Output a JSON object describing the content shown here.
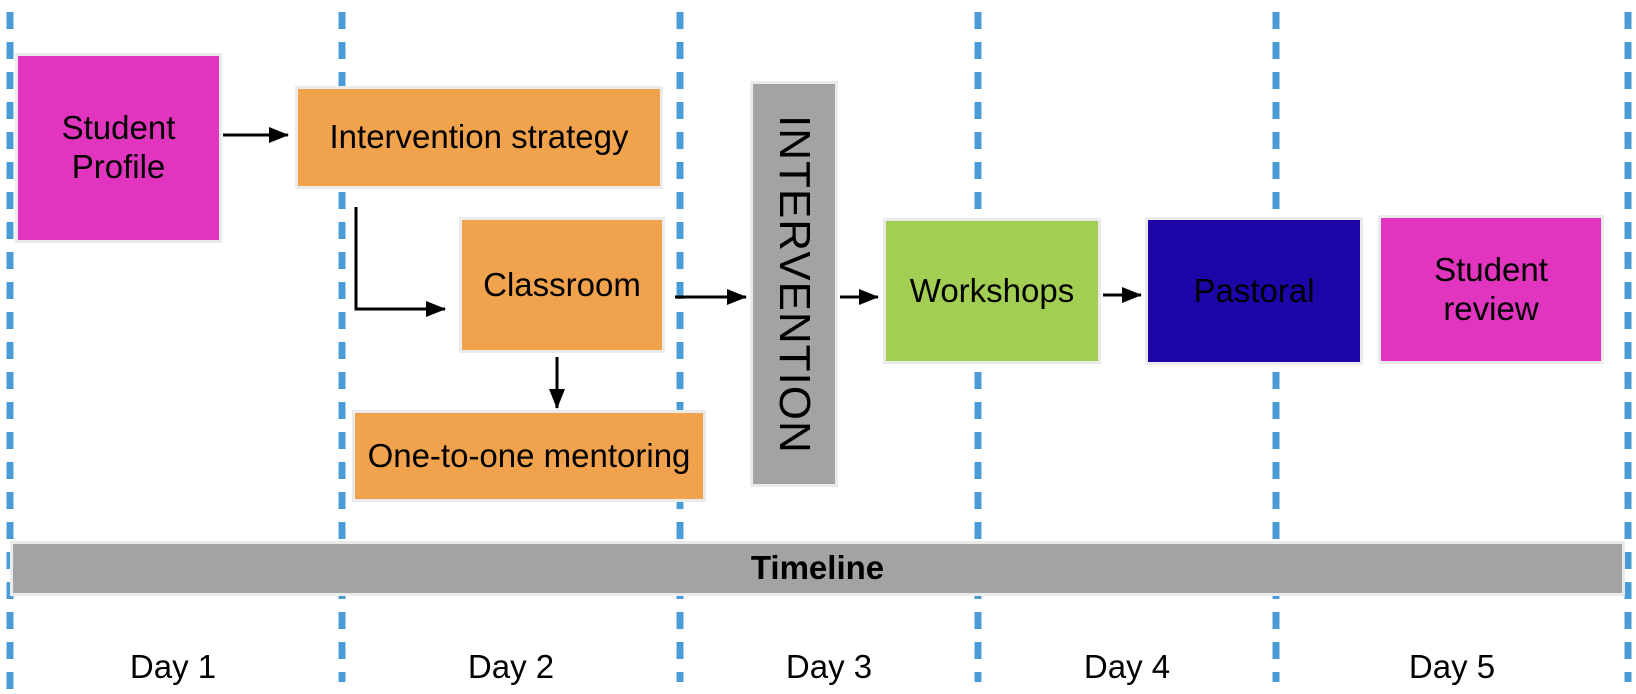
{
  "palette": {
    "magenta": "#E135BF",
    "orange": "#F0A24D",
    "green": "#A2CF53",
    "navy": "#1C06A8",
    "gray": "#A3A3A3",
    "dash_blue": "#4A9CD6",
    "box_border": "#EBEBEB",
    "arrow": "#000000",
    "text": "#000000"
  },
  "diagram": {
    "nodes": {
      "student_profile": {
        "label": "Student Profile"
      },
      "intervention_strategy": {
        "label": "Intervention strategy"
      },
      "classroom": {
        "label": "Classroom"
      },
      "one_to_one_mentoring": {
        "label": "One-to-one mentoring"
      },
      "intervention": {
        "label": "INTERVENTION"
      },
      "workshops": {
        "label": "Workshops"
      },
      "pastoral": {
        "label": "Pastoral"
      },
      "student_review": {
        "label": "Student review"
      }
    },
    "timeline": {
      "label": "Timeline"
    },
    "days": [
      {
        "label": "Day 1"
      },
      {
        "label": "Day 2"
      },
      {
        "label": "Day 3"
      },
      {
        "label": "Day 4"
      },
      {
        "label": "Day 5"
      }
    ]
  }
}
